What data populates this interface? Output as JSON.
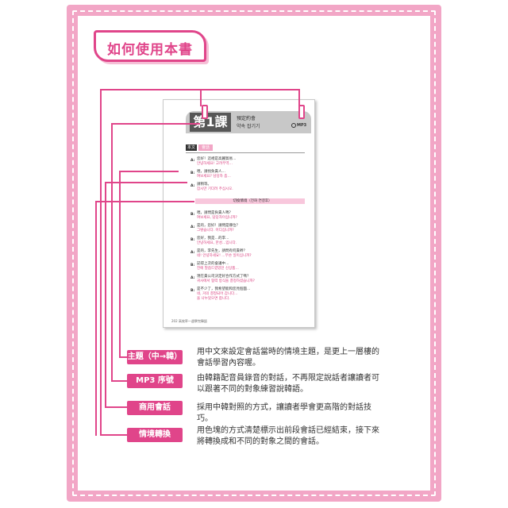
{
  "title": "如何使用本書",
  "sample": {
    "lesson": "第1課",
    "banner_line1": "預定約會",
    "banner_line2": "약속 잡기기",
    "mp3_code": "MP3",
    "text_label": "本文",
    "text_tag": "會話",
    "change_bar": "切換情境（전화 연결후）",
    "footer": "202 高效率一週學完韓語"
  },
  "sections": [
    {
      "label": "主題（中→韓）",
      "desc": "用中文來設定會話當時的情境主題，是更上一層樓的會話學習內容喔。"
    },
    {
      "label": "MP3 序號",
      "desc": "由韓籍配音員錄音的對話，不再限定說話者讓讀者可以跟著不同的對象練習說韓語。"
    },
    {
      "label": "商用會話",
      "desc": "採用中韓對照的方式，讓讀者學會更高階的對話技巧。"
    },
    {
      "label": "情境轉換",
      "desc": "用色塊的方式清楚標示出前段會話已經結束，接下來將轉換成和不同的對象之間的會話。"
    }
  ],
  "colors": {
    "accent": "#e0458a",
    "frame": "#f2a6c6",
    "korean": "#d83b7c"
  }
}
